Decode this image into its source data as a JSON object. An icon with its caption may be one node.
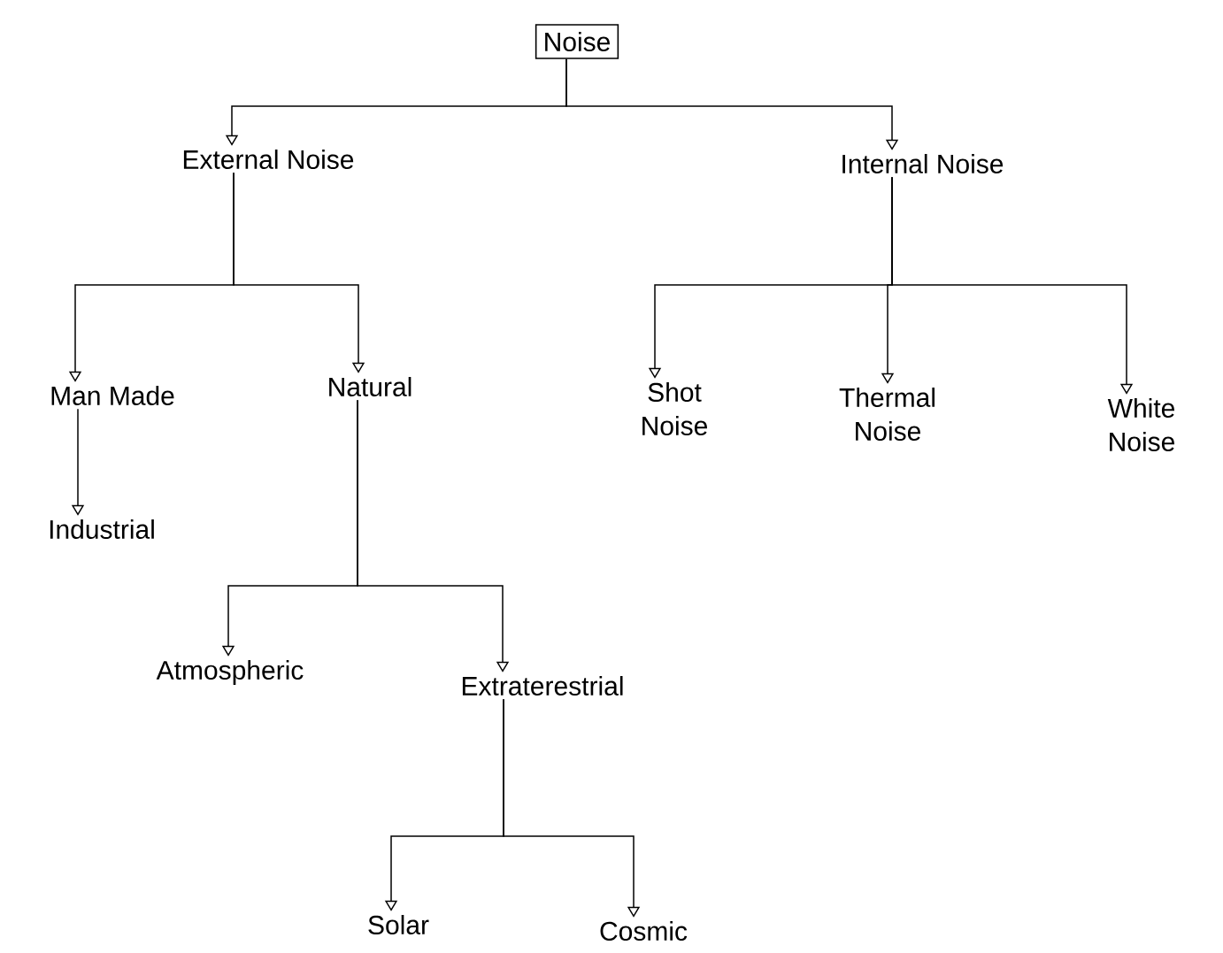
{
  "diagram": {
    "nodes": [
      {
        "text": [
          "Noise"
        ]
      },
      {
        "text": [
          "External Noise"
        ]
      },
      {
        "text": [
          "Internal Noise"
        ]
      },
      {
        "text": [
          "Man Made"
        ]
      },
      {
        "text": [
          "Natural"
        ]
      },
      {
        "text": [
          "Industrial"
        ]
      },
      {
        "text": [
          "Atmospheric"
        ]
      },
      {
        "text": [
          "Extraterestrial"
        ]
      },
      {
        "text": [
          "Solar"
        ]
      },
      {
        "text": [
          "Cosmic"
        ]
      },
      {
        "text": [
          "Shot Noise"
        ]
      },
      {
        "text": [
          "Thermal Noise"
        ]
      },
      {
        "text": [
          "White Noise"
        ]
      }
    ],
    "edges": [
      {
        "from": 0,
        "to": 1,
        "arrow": "to"
      },
      {
        "from": 0,
        "to": 2,
        "arrow": "to"
      },
      {
        "from": 1,
        "to": 3,
        "arrow": "to"
      },
      {
        "from": 1,
        "to": 4,
        "arrow": "to"
      },
      {
        "from": 3,
        "to": 5,
        "arrow": "to"
      },
      {
        "from": 4,
        "to": 6,
        "arrow": "to"
      },
      {
        "from": 4,
        "to": 7,
        "arrow": "to"
      },
      {
        "from": 7,
        "to": 8,
        "arrow": "to"
      },
      {
        "from": 7,
        "to": 9,
        "arrow": "to"
      },
      {
        "from": 2,
        "to": 10,
        "arrow": "to"
      },
      {
        "from": 2,
        "to": 11,
        "arrow": "to"
      },
      {
        "from": 2,
        "to": 12,
        "arrow": "to"
      }
    ]
  }
}
